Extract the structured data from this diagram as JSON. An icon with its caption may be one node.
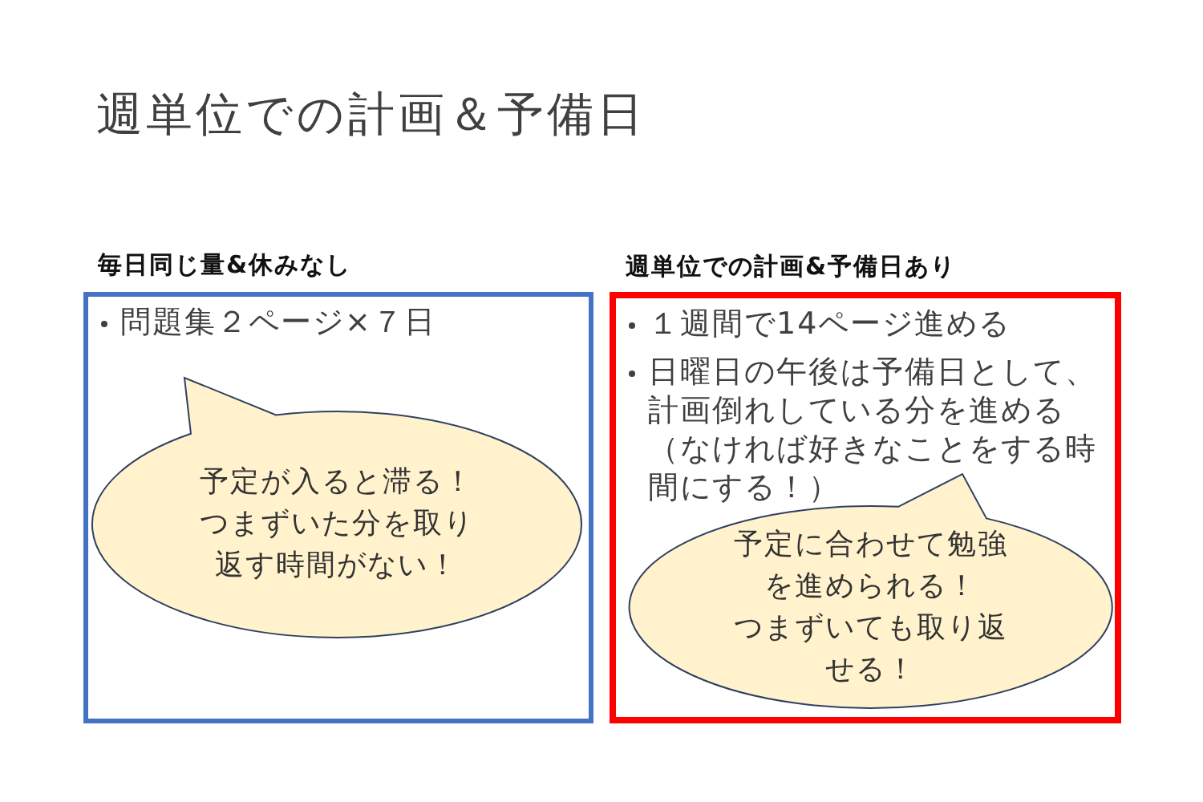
{
  "diagram": {
    "title": "週単位での計画＆予備日",
    "nodes": [
      {
        "text": [
          "毎日同じ量&休みなし",
          "問題集２ページ×７日"
        ]
      },
      {
        "text": [
          "予定が入ると滞る！",
          "つまずいた分を取り返す時間がない！"
        ],
        "in": 0
      },
      {
        "text": [
          "週単位での計画&予備日あり",
          "１週間で14ページ進める",
          "日曜日の午後は予備日として、計画倒れしている分を進める（なければ好きなことをする時間にする！）"
        ]
      },
      {
        "text": [
          "予定に合わせて勉強を進められる！",
          "つまずいても取り返せる！"
        ],
        "in": 2
      }
    ]
  }
}
